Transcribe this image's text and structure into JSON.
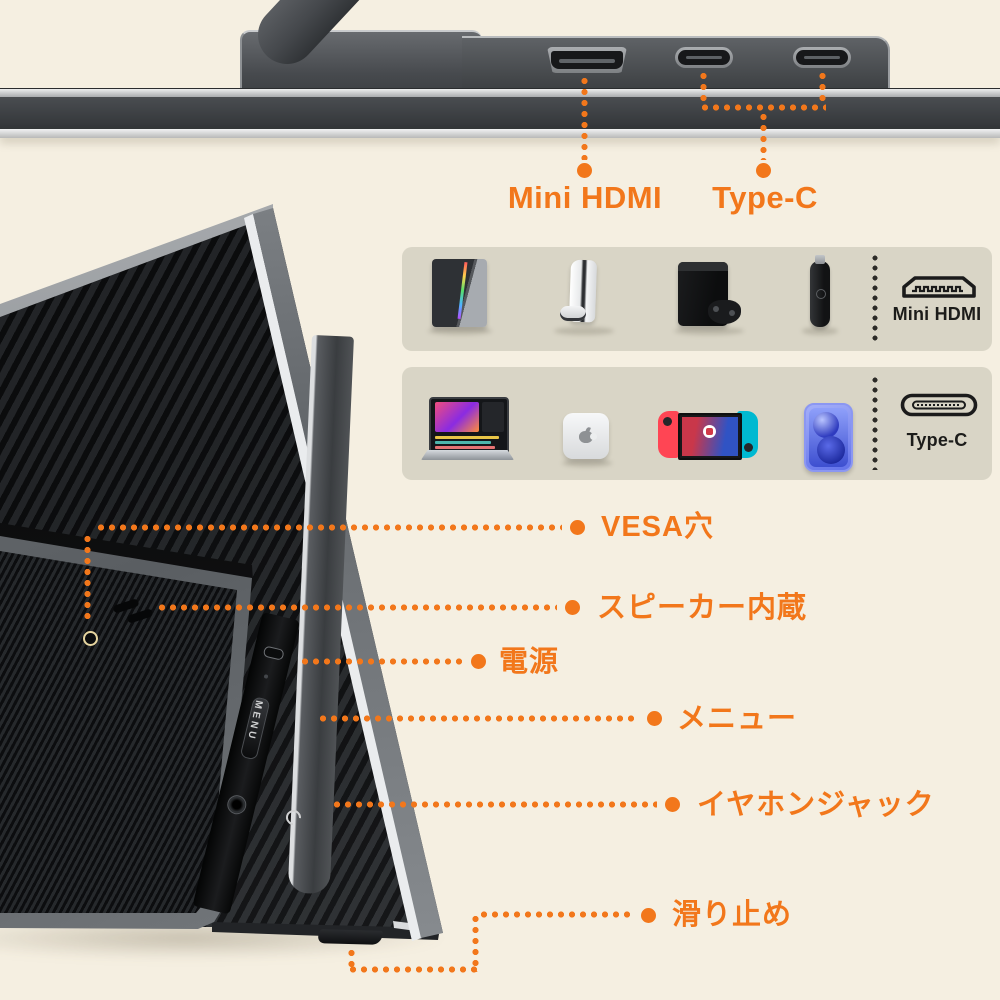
{
  "colors": {
    "background": "#F5EFE1",
    "accent_orange": "#F2771B",
    "row_panel": "#D9D5C6",
    "dark_text": "#1C1C1A"
  },
  "top_section": {
    "mini_hdmi_label": "Mini HDMI",
    "type_c_label": "Type-C"
  },
  "compat_rows": [
    {
      "port_label": "Mini HDMI",
      "port_icon": "mini-hdmi-connector-icon",
      "devices": [
        "gaming-pc-tower",
        "playstation-5",
        "xbox-series-x",
        "tv-stick"
      ]
    },
    {
      "port_label": "Type-C",
      "port_icon": "usb-c-connector-icon",
      "devices": [
        "laptop",
        "mac-mini",
        "nintendo-switch",
        "smartphone"
      ]
    }
  ],
  "callouts": [
    {
      "label": "VESA穴"
    },
    {
      "label": "スピーカー内蔵"
    },
    {
      "label": "電源"
    },
    {
      "label": "メニュー"
    },
    {
      "label": "イヤホンジャック"
    },
    {
      "label": "滑り止め"
    }
  ],
  "monitor": {
    "side_label": "MENU"
  }
}
